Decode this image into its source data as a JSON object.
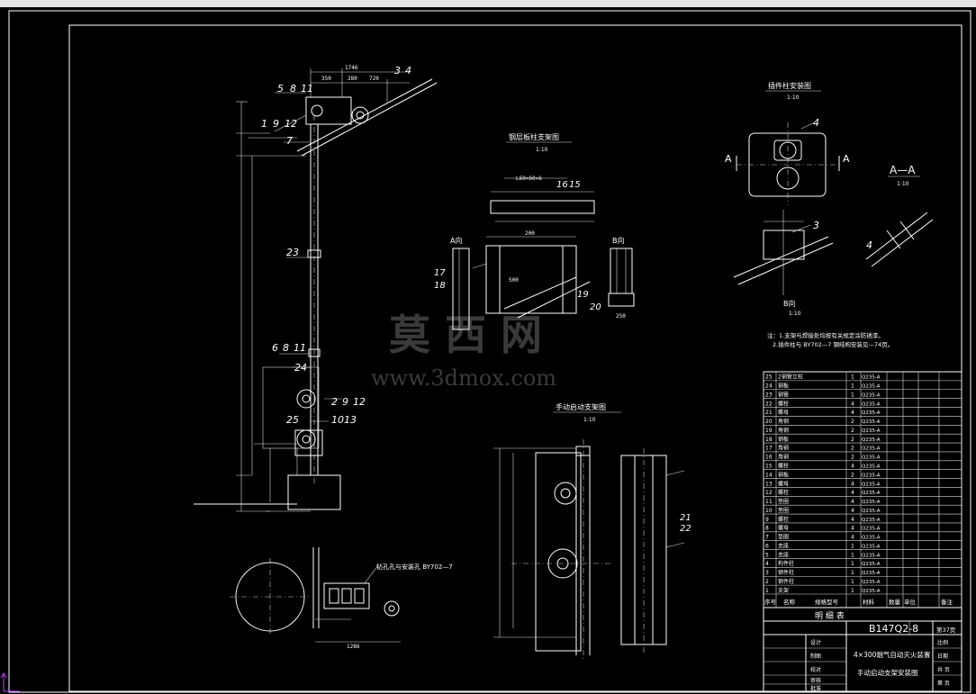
{
  "watermark": {
    "cn": "莫 西 网",
    "url": "www.3dmox.com"
  },
  "views": {
    "left_callouts": [
      "5",
      "8",
      "11",
      "1",
      "9",
      "12",
      "7",
      "23",
      "6",
      "8",
      "11",
      "24",
      "2",
      "9",
      "12",
      "25",
      "10",
      "13"
    ],
    "left_dims": [
      "1746",
      "350",
      "280",
      "720",
      "3",
      "4"
    ],
    "mid_title": "钢层板柱支架图",
    "mid_scale": "1:10",
    "mid_callouts": [
      "16",
      "15",
      "17",
      "18",
      "19",
      "20"
    ],
    "mid_dims": [
      "L60×60×6",
      "250",
      "200",
      "500"
    ],
    "mid_a": "A向",
    "mid_b": "B向",
    "right_title": "插件柱安装图",
    "right_scale": "1:10",
    "right_section": "A—A",
    "right_section_scale": "1:10",
    "right_section_marks": [
      "A",
      "A"
    ],
    "right_callouts": [
      "4",
      "3",
      "4"
    ],
    "right_b": "B向",
    "right_b_scale": "1:10",
    "bottom_title": "手动启动支架图",
    "bottom_scale": "1:10",
    "bottom_callouts": [
      "21",
      "22"
    ],
    "bottom_note": "钻孔孔与安装孔 BY702—7",
    "bottom_dim": "1286",
    "note_1": "注：1.支架与焊接处均按有关规定涂防锈漆。",
    "note_2": "2.插件柱与 BY702—7 钢结构安装见—74页。"
  },
  "bom": {
    "rows": [
      {
        "no": "25",
        "name": "2钢管立柱",
        "qty": "1",
        "mat": "Q235-A"
      },
      {
        "no": "24",
        "name": "钢板",
        "qty": "1",
        "mat": "Q235-A"
      },
      {
        "no": "23",
        "name": "钢管",
        "qty": "1",
        "mat": "Q235-A"
      },
      {
        "no": "22",
        "name": "螺栓",
        "qty": "4",
        "mat": "Q235-A"
      },
      {
        "no": "21",
        "name": "螺母",
        "qty": "4",
        "mat": "Q235-A"
      },
      {
        "no": "20",
        "name": "角钢",
        "qty": "2",
        "mat": "Q235-A"
      },
      {
        "no": "19",
        "name": "角钢",
        "qty": "2",
        "mat": "Q235-A"
      },
      {
        "no": "18",
        "name": "钢板",
        "qty": "2",
        "mat": "Q235-A"
      },
      {
        "no": "17",
        "name": "角钢",
        "qty": "2",
        "mat": "Q235-A"
      },
      {
        "no": "16",
        "name": "角钢",
        "qty": "2",
        "mat": "Q235-A"
      },
      {
        "no": "15",
        "name": "螺栓",
        "qty": "4",
        "mat": "Q235-A"
      },
      {
        "no": "14",
        "name": "钢板",
        "qty": "2",
        "mat": "Q235-A"
      },
      {
        "no": "13",
        "name": "螺母",
        "qty": "4",
        "mat": "Q235-A"
      },
      {
        "no": "12",
        "name": "螺栓",
        "qty": "4",
        "mat": "Q235-A"
      },
      {
        "no": "11",
        "name": "垫圈",
        "qty": "4",
        "mat": "Q235-A"
      },
      {
        "no": "10",
        "name": "垫圈",
        "qty": "4",
        "mat": "Q235-A"
      },
      {
        "no": "9",
        "name": "螺栓",
        "qty": "4",
        "mat": "Q235-A"
      },
      {
        "no": "8",
        "name": "螺母",
        "qty": "4",
        "mat": "Q235-A"
      },
      {
        "no": "7",
        "name": "垫圈",
        "qty": "4",
        "mat": "Q235-A"
      },
      {
        "no": "6",
        "name": "支座",
        "qty": "1",
        "mat": "Q235-A"
      },
      {
        "no": "5",
        "name": "支座",
        "qty": "1",
        "mat": "Q235-A"
      },
      {
        "no": "4",
        "name": "构件柱",
        "qty": "1",
        "mat": "Q235-A"
      },
      {
        "no": "3",
        "name": "钢件柱",
        "qty": "1",
        "mat": "Q235-A"
      },
      {
        "no": "2",
        "name": "钢件柱",
        "qty": "1",
        "mat": "Q235-A"
      },
      {
        "no": "1",
        "name": "支架",
        "qty": "1",
        "mat": "Q235-A"
      }
    ],
    "header": {
      "no": "序号",
      "name": "名称",
      "spec": "规格型号",
      "mat": "材料",
      "qty": "数量",
      "unit": "单位",
      "remark": "备注"
    }
  },
  "title_block": {
    "list_label": "明  细  表",
    "drawing_no": "B147Q2-8",
    "page": "第37页",
    "title_line1": "4×300烟气自动灭火装置",
    "title_line2": "手动启动支架安装图",
    "side": [
      "设计",
      "制图",
      "校对",
      "审核",
      "批准"
    ],
    "right": [
      "比例",
      "日期",
      "共 页",
      "第 页"
    ]
  }
}
